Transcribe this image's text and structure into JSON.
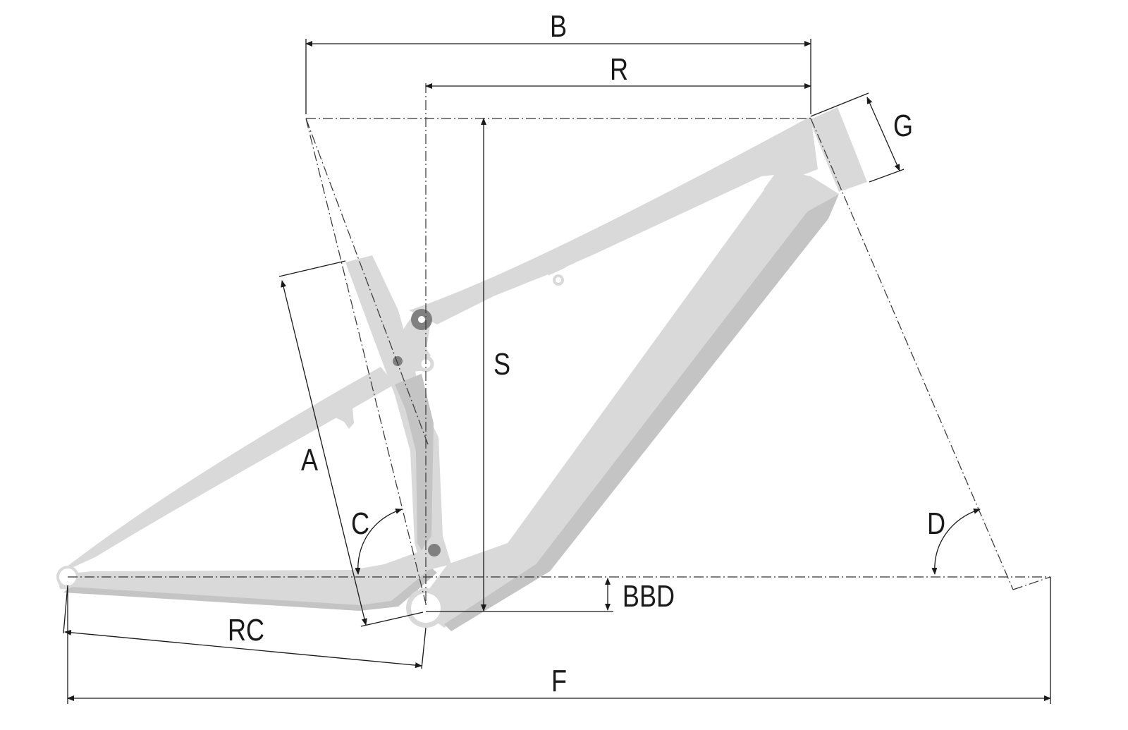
{
  "diagram": {
    "labels": {
      "reach_b": "B",
      "reach_r": "R",
      "head_tube_g": "G",
      "stack_s": "S",
      "seat_tube_a": "A",
      "seat_angle_c": "C",
      "head_angle_d": "D",
      "bb_drop": "BBD",
      "chainstay_rc": "RC",
      "wheelbase_f": "F"
    },
    "colors": {
      "frame": "#d9d9d9",
      "frame_shade": "#c4c4c4",
      "pivot": "#808080",
      "lines": "#1a1a1a"
    }
  }
}
